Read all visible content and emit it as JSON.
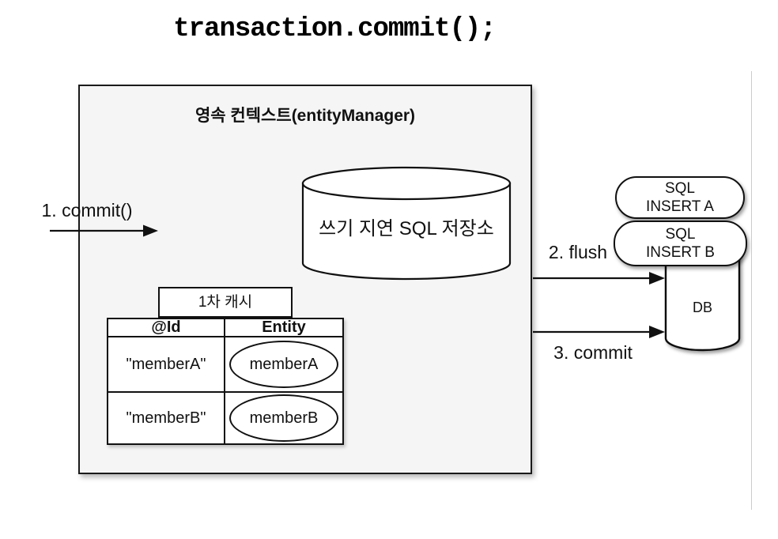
{
  "title": "transaction.commit();",
  "persistence_context": {
    "label": "영속 컨텍스트(entityManager)",
    "write_behind_store": {
      "label": "쓰기 지연 SQL 저장소"
    },
    "first_level_cache": {
      "label": "1차 캐시",
      "table": {
        "headers": [
          "@Id",
          "Entity"
        ],
        "rows": [
          {
            "id": "\"memberA\"",
            "entity": "memberA"
          },
          {
            "id": "\"memberB\"",
            "entity": "memberB"
          }
        ]
      }
    }
  },
  "steps": {
    "commit_call": "1. commit()",
    "flush": "2. flush",
    "commit": "3. commit"
  },
  "sql_statements": [
    {
      "line1": "SQL",
      "line2": "INSERT A"
    },
    {
      "line1": "SQL",
      "line2": "INSERT B"
    }
  ],
  "database": {
    "label": "DB"
  },
  "colors": {
    "box_fill": "#f5f5f5",
    "stroke": "#111111",
    "divider_line": "#cccccc",
    "background": "#ffffff"
  }
}
